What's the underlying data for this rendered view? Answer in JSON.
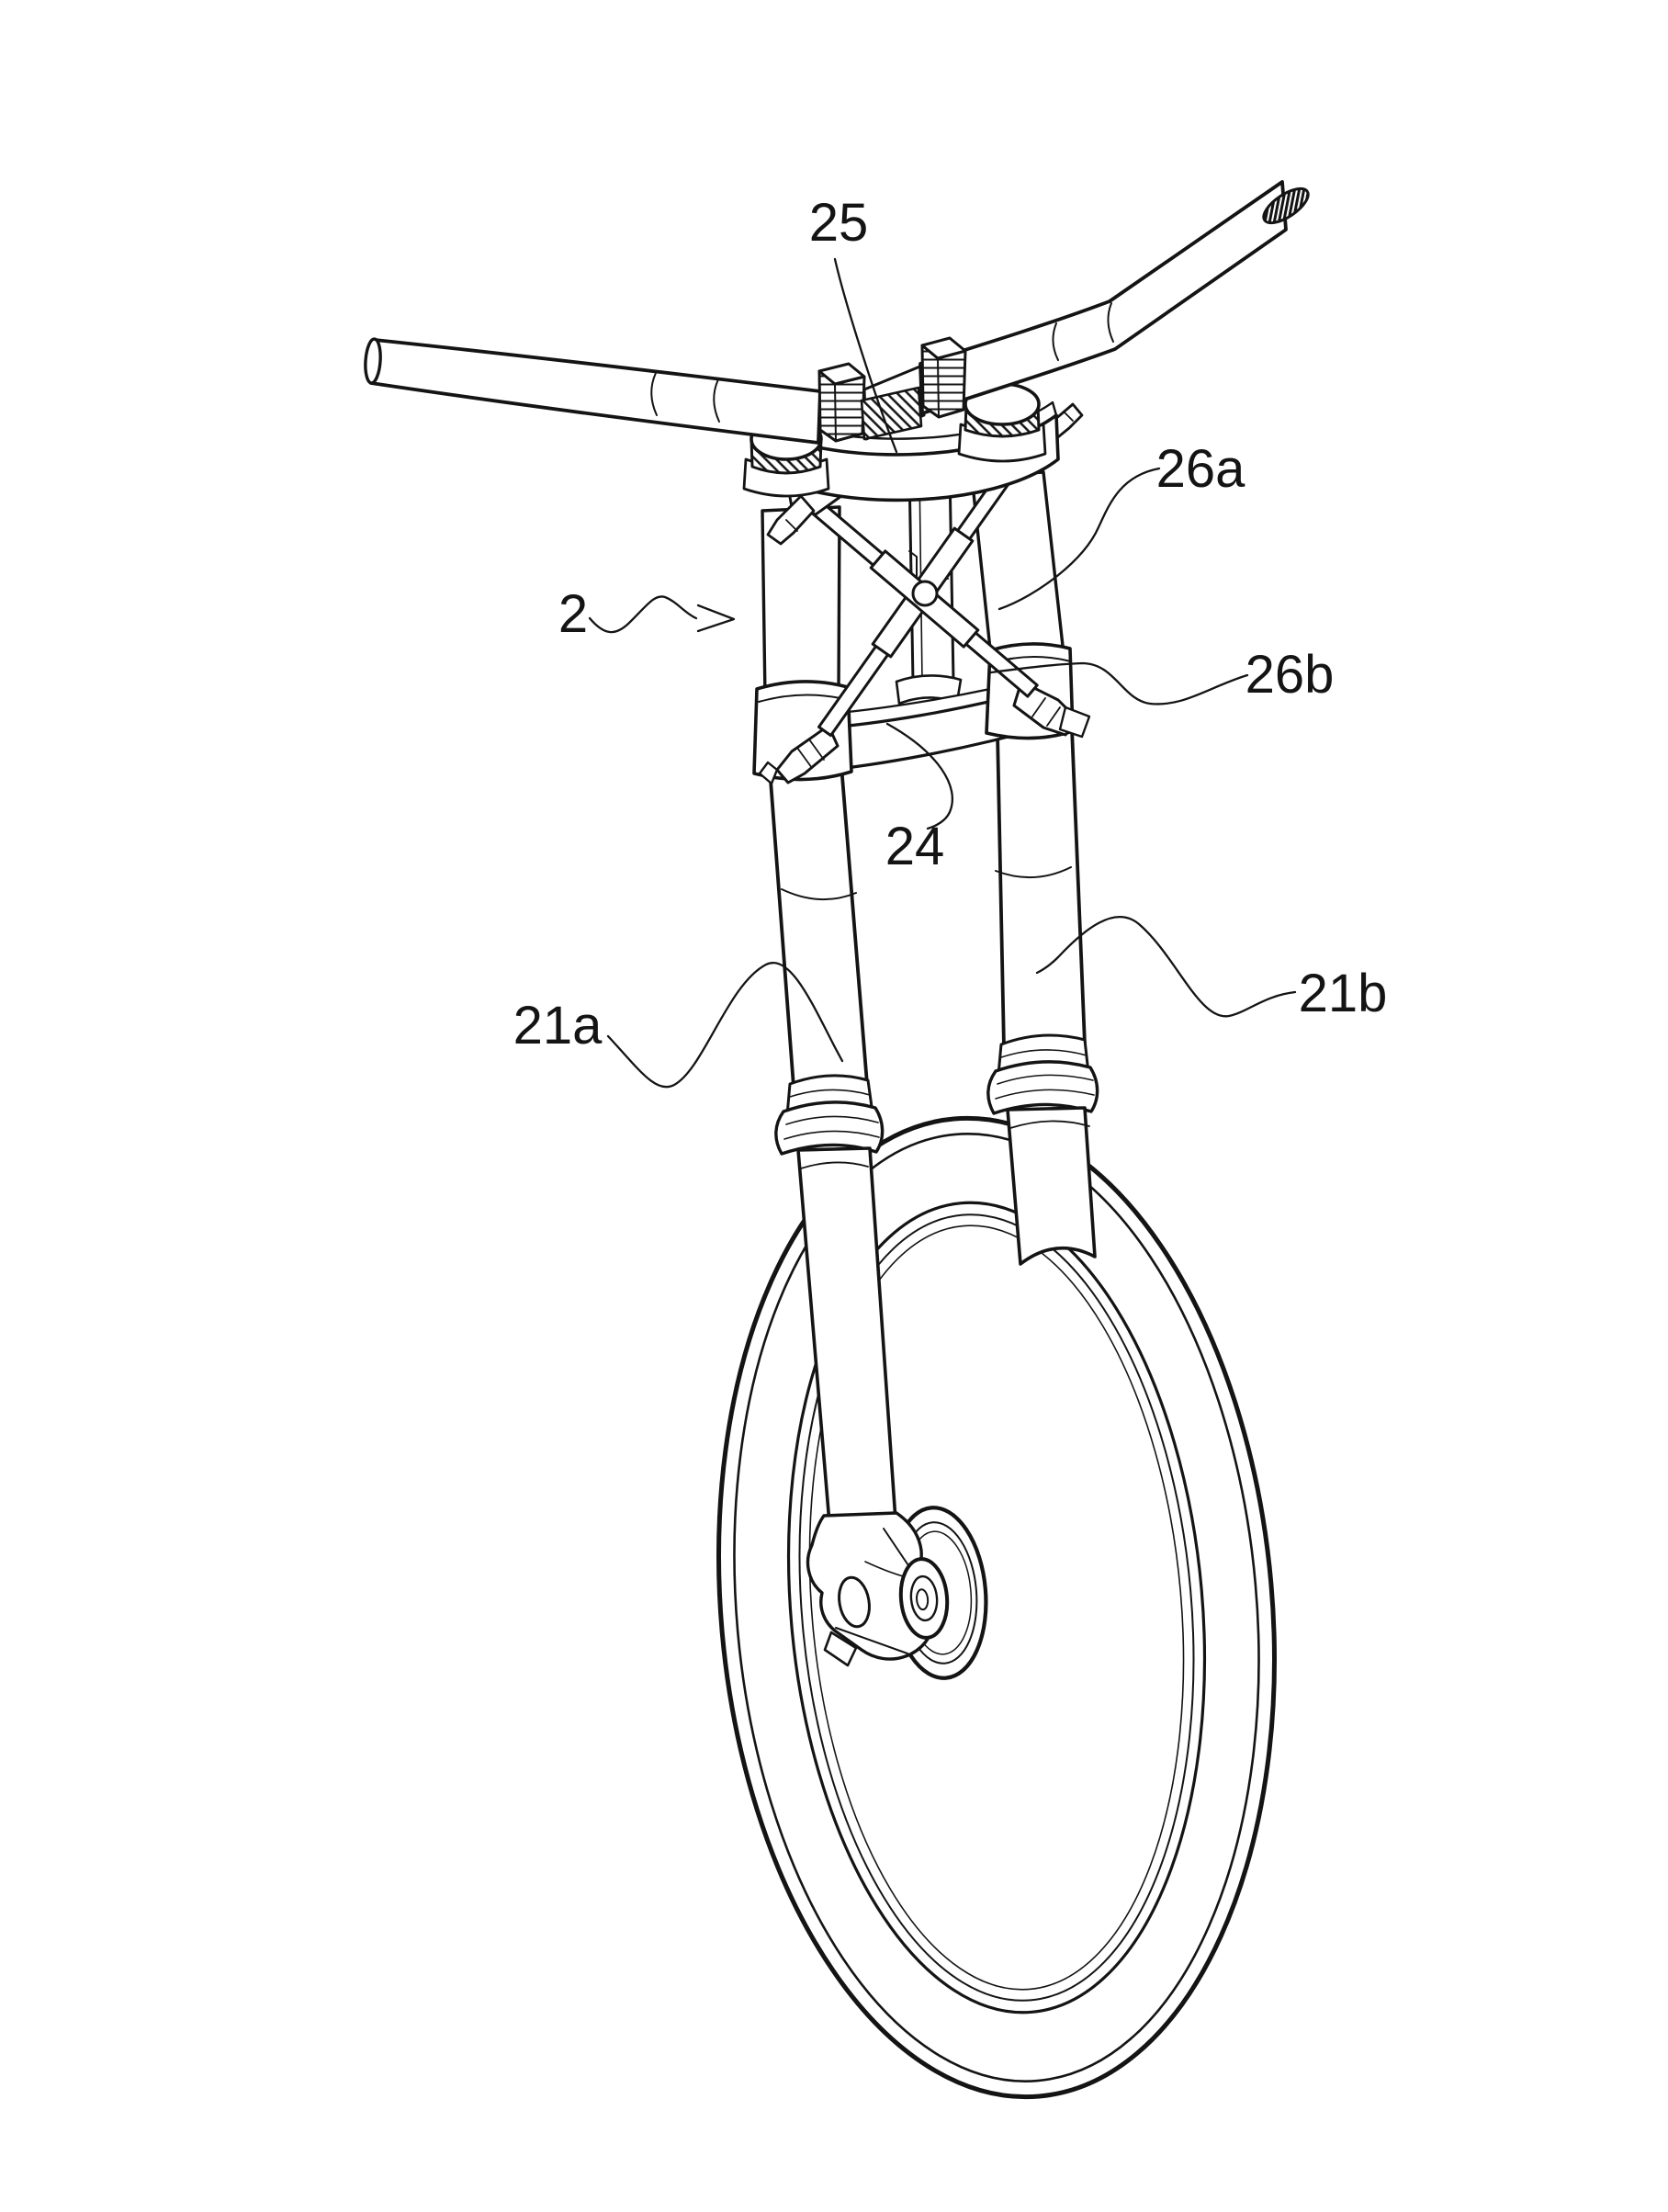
{
  "figure": {
    "kind": "patent-line-drawing",
    "subject": "front fork assembly with handlebar, cross-brace and front wheel",
    "paper_color": "#ffffff",
    "ink_color": "#141414"
  },
  "labels": {
    "ref25": {
      "text": "25"
    },
    "ref26a": {
      "text": "26a"
    },
    "ref26b": {
      "text": "26b"
    },
    "ref2": {
      "text": "2"
    },
    "ref24": {
      "text": "24"
    },
    "ref21a": {
      "text": "21a"
    },
    "ref21b": {
      "text": "21b"
    }
  }
}
